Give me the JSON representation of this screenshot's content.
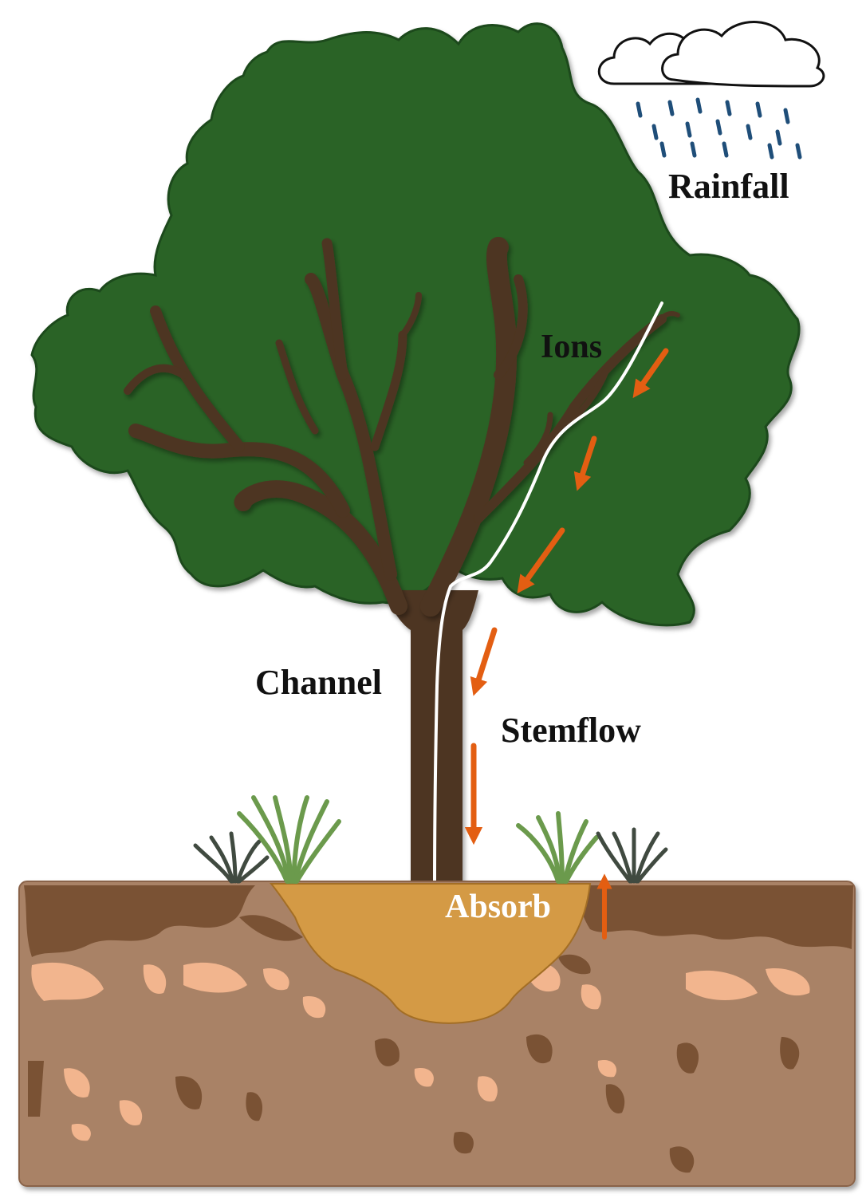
{
  "labels": {
    "rainfall": "Rainfall",
    "ions": "Ions",
    "channel": "Channel",
    "stemflow": "Stemflow",
    "absorb": "Absorb"
  },
  "colors": {
    "canopy": "#2c6327",
    "canopy_edge": "#1d4a1a",
    "bark": "#4e3520",
    "bark_light": "#6a4a2e",
    "channel_line": "#ffffff",
    "arrow": "#e35e12",
    "soil": "#a98266",
    "soil_dark": "#7a5234",
    "rock": "#f2b58e",
    "absorb_zone": "#d49a45",
    "rain": "#1f4e79",
    "grass_light": "#6b9a4c",
    "grass_dark": "#404a40",
    "text": "#111111",
    "absorb_text": "#ffffff"
  }
}
